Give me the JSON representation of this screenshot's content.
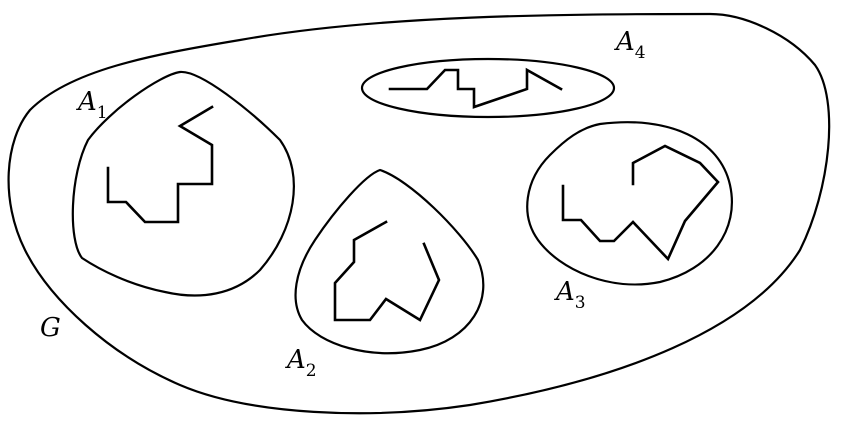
{
  "labels": {
    "g": {
      "text": "G",
      "sub": ""
    },
    "a1": {
      "text": "A",
      "sub": "1"
    },
    "a2": {
      "text": "A",
      "sub": "2"
    },
    "a3": {
      "text": "A",
      "sub": "3"
    },
    "a4": {
      "text": "A",
      "sub": "4"
    }
  },
  "colors": {
    "stroke": "#000000",
    "background": "#ffffff"
  }
}
